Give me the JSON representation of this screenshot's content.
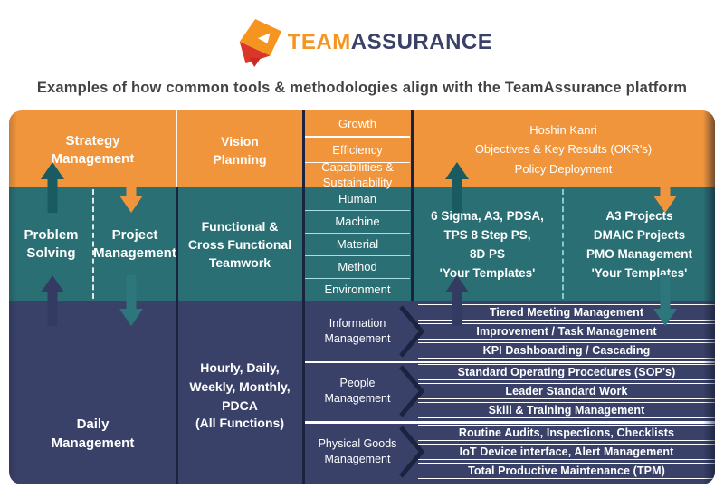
{
  "logo": {
    "brand_primary": "TEAM",
    "brand_secondary": "ASSURANCE",
    "icon": "brand-kite-mark-icon"
  },
  "title": "Examples of how common tools & methodologies align with the TeamAssurance platform",
  "colors": {
    "orange_band": "#F0953B",
    "teal_band": "#2A6F74",
    "navy_band": "#3A4169",
    "dark_line": "#1C2340",
    "logo_orange": "#F5941F",
    "logo_navy": "#3A4168",
    "title_gray": "#414345",
    "up_arrow_on_orange": "#1A5B61",
    "down_arrow_into_teal": "#F0953B",
    "up_arrow_on_teal": "#343B63",
    "down_arrow_into_navy": "#2C767C"
  },
  "strategy_band": {
    "left_label": "Strategy\nManagement",
    "col2_label": "Vision\nPlanning",
    "stack": [
      "Growth",
      "Efficiency",
      "Capabilities &\nSustainability"
    ],
    "right_block": "Hoshin Kanri\nObjectives & Key Results (OKR's)\nPolicy Deployment"
  },
  "problem_band": {
    "left_label_a": "Problem\nSolving",
    "left_label_b": "Project\nManagement",
    "col2_label": "Functional &\nCross Functional\nTeamwork",
    "stack": [
      "Human",
      "Machine",
      "Material",
      "Method",
      "Environment"
    ],
    "right_block_a": "6 Sigma, A3, PDSA,\nTPS 8 Step PS,\n8D PS\n'Your Templates'",
    "right_block_b": "A3 Projects\nDMAIC Projects\nPMO Management\n'Your Templates'"
  },
  "daily_band": {
    "left_label": "Daily\nManagement",
    "col2_label": "Hourly, Daily,\nWeekly, Monthly,\nPDCA",
    "col2_sub_label": "(All Functions)",
    "groups": [
      {
        "label": "Information\nManagement",
        "rows": [
          "Tiered Meeting Management",
          "Improvement / Task Management",
          "KPI Dashboarding / Cascading"
        ]
      },
      {
        "label": "People\nManagement",
        "rows": [
          "Standard Operating Procedures (SOP's)",
          "Leader Standard Work",
          "Skill & Training Management"
        ]
      },
      {
        "label": "Physical Goods\nManagement",
        "rows": [
          "Routine Audits, Inspections, Checklists",
          "IoT Device interface, Alert Management",
          "Total Productive Maintenance (TPM)"
        ]
      }
    ]
  }
}
